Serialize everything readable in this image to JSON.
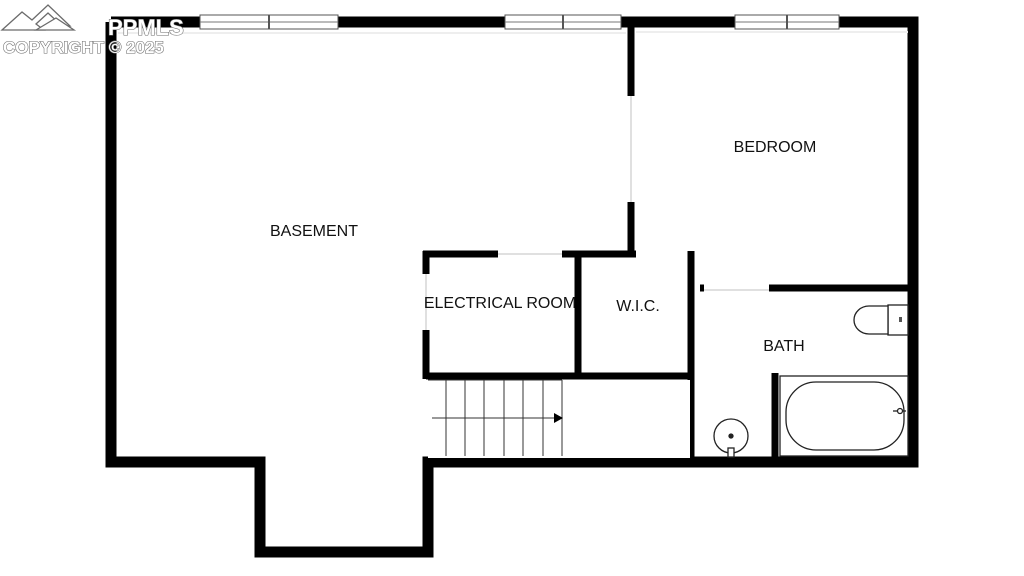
{
  "watermark": {
    "brand": "PPMLS",
    "copyright": "COPYRIGHT © 2025",
    "logo_icon": "mountain-logo-icon"
  },
  "rooms": {
    "basement": "BASEMENT",
    "bedroom": "BEDROOM",
    "electrical": "ELECTRICAL ROOM",
    "wic": "W.I.C.",
    "bath": "BATH"
  },
  "fixtures": {
    "stairs": "stairs-icon",
    "toilet": "toilet-icon",
    "bathtub": "bathtub-icon",
    "sink": "sink-icon"
  },
  "colors": {
    "wall": "#000000",
    "background": "#ffffff",
    "window": "#d9d9d9"
  }
}
